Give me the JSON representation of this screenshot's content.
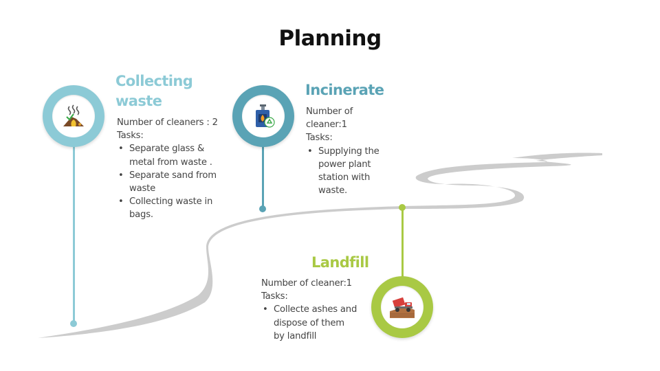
{
  "title": "Planning",
  "colors": {
    "collecting": "#8ccad6",
    "incinerate": "#5aa3b5",
    "landfill": "#a9c944",
    "road": "#cccccc"
  },
  "stages": {
    "collecting": {
      "heading": "Collecting waste",
      "icon": "compost-pile-icon",
      "cleaners": "Number of cleaners : 2",
      "tasks_label": "Tasks:",
      "tasks": [
        "Separate glass & metal from waste .",
        "Separate sand from waste",
        "Collecting waste in bags."
      ]
    },
    "incinerate": {
      "heading": "Incinerate",
      "icon": "incinerator-icon",
      "cleaners": "Number of cleaner:1",
      "tasks_label": "Tasks:",
      "tasks": [
        "Supplying the power plant station with waste."
      ]
    },
    "landfill": {
      "heading": "Landfill",
      "icon": "dump-truck-icon",
      "cleaners": "Number of cleaner:1",
      "tasks_label": "Tasks:",
      "tasks": [
        "Collecte ashes and dispose of them by landfill"
      ]
    }
  }
}
